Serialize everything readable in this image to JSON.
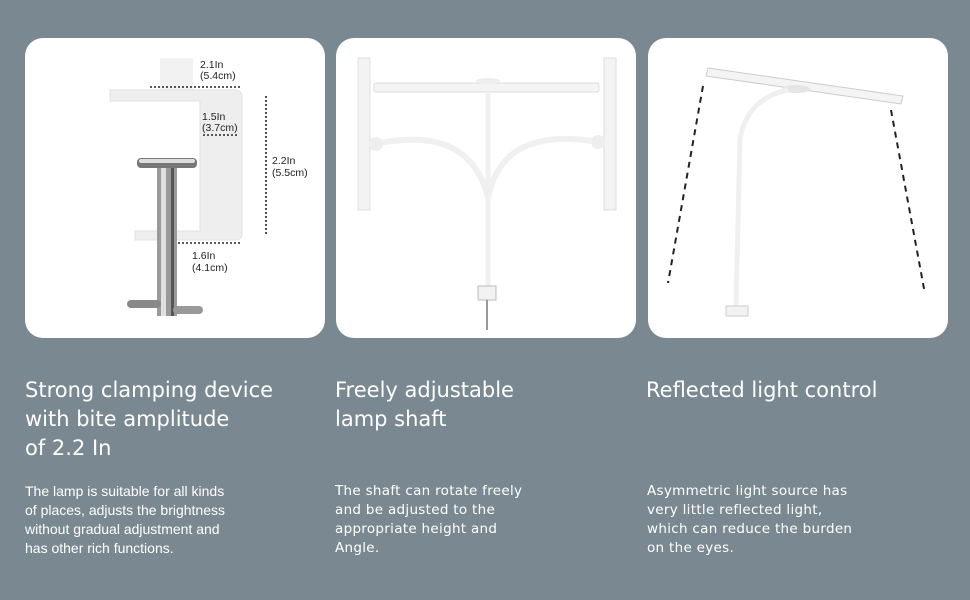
{
  "features": [
    {
      "title_lines": [
        "Strong clamping device",
        "with bite amplitude",
        "of 2.2 In"
      ],
      "description_lines": [
        "The lamp is suitable for all kinds",
        "of places, adjusts the brightness",
        "without gradual adjustment and",
        "has other rich functions."
      ],
      "dimensions": [
        {
          "inch": "2.1In",
          "cm": "(5.4cm)"
        },
        {
          "inch": "1.5In",
          "cm": "(3.7cm)"
        },
        {
          "inch": "2.2In",
          "cm": "(5.5cm)"
        },
        {
          "inch": "1.6In",
          "cm": "(4.1cm)"
        }
      ]
    },
    {
      "title_lines": [
        "Freely adjustable",
        "lamp shaft"
      ],
      "description_lines": [
        "The shaft can rotate freely",
        "and be adjusted to the",
        "appropriate height and",
        "Angle."
      ]
    },
    {
      "title_lines": [
        "Reflected light control"
      ],
      "description_lines": [
        "Asymmetric light source has",
        "very little reflected light,",
        "which can reduce the burden",
        "on the eyes."
      ]
    }
  ],
  "colors": {
    "background": "#7a8891",
    "panel": "#ffffff"
  }
}
